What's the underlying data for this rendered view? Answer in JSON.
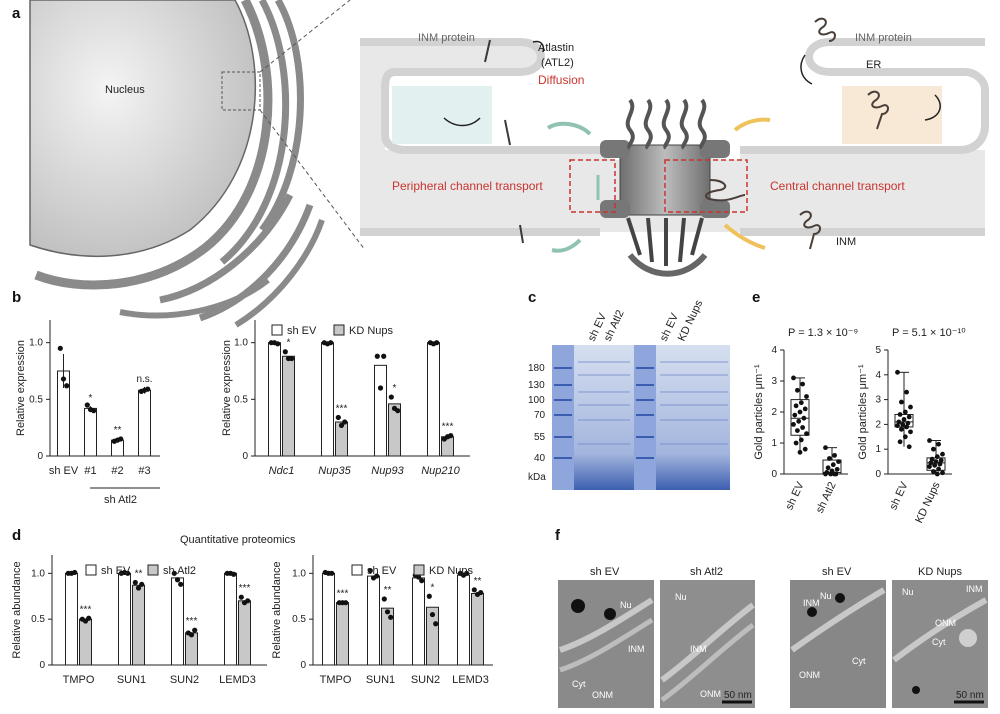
{
  "panels": {
    "a": "a",
    "b": "b",
    "c": "c",
    "d": "d",
    "e": "e",
    "f": "f"
  },
  "panel_a": {
    "nucleus": "Nucleus",
    "inm_left": "INM protein",
    "atlastin": "Atlastin",
    "atl2": "(ATL2)",
    "diffusion": "Diffusion",
    "peripheral": "Peripheral channel transport",
    "central": "Central channel transport",
    "inm_right": "INM protein",
    "er": "ER",
    "inm": "INM"
  },
  "panel_b": {
    "ylabel": "Relative expression",
    "atl2_group": "sh Atl2",
    "legend": {
      "ev": "sh EV",
      "kd": "KD Nups"
    }
  },
  "panel_c": {
    "lanes": [
      "sh EV",
      "sh Atl2",
      "sh EV",
      "KD Nups"
    ],
    "markers": [
      "180",
      "130",
      "100",
      "70",
      "55",
      "40"
    ],
    "unit": "kDa"
  },
  "panel_d": {
    "title": "Quantitative proteomics",
    "ylabel": "Relative abundance",
    "legend1": {
      "ev": "sh EV",
      "atl2": "sh Atl2"
    },
    "legend2": {
      "ev": "sh EV",
      "kd": "KD Nups"
    }
  },
  "panel_e": {
    "ylabel": "Gold particles μm⁻¹",
    "p1": "P = 1.3 × 10⁻⁹",
    "p2": "P = 5.1 × 10⁻¹⁰"
  },
  "panel_f": {
    "titles": [
      "sh EV",
      "sh Atl2",
      "sh EV",
      "KD Nups"
    ],
    "labels": {
      "nu": "Nu",
      "inm": "INM",
      "onm": "ONM",
      "cyt": "Cyt"
    },
    "scale": "50 nm"
  },
  "chart_data": [
    {
      "id": "b-left",
      "type": "bar",
      "categories": [
        "sh EV",
        "#1",
        "#2",
        "#3"
      ],
      "values": [
        0.75,
        0.42,
        0.14,
        0.58
      ],
      "errors": [
        0.15,
        0.02,
        0.02,
        0.03
      ],
      "points": [
        [
          0.95,
          0.68,
          0.62
        ],
        [
          0.45,
          0.41,
          0.4
        ],
        [
          0.13,
          0.14,
          0.15
        ],
        [
          0.57,
          0.58,
          0.59
        ]
      ],
      "sig": [
        "",
        "*",
        "**",
        "n.s."
      ],
      "ylim": [
        0,
        1.2
      ],
      "yticks": [
        "0",
        "0.5",
        "1.0"
      ],
      "ylabel": "Relative expression"
    },
    {
      "id": "b-right",
      "type": "bar",
      "categories": [
        "Ndc1",
        "Nup35",
        "Nup93",
        "Nup210"
      ],
      "series": [
        {
          "name": "sh EV",
          "values": [
            1.0,
            1.0,
            0.8,
            1.0
          ],
          "points": [
            [
              1.0,
              1.0,
              0.99
            ],
            [
              1.0,
              0.99,
              1.0
            ],
            [
              0.88,
              0.6,
              0.88
            ]
          ]
        },
        {
          "name": "KD Nups",
          "values": [
            0.88,
            0.3,
            0.46,
            0.17
          ],
          "points": [
            [
              0.92,
              0.86,
              0.86
            ],
            [
              0.34,
              0.27,
              0.3
            ],
            [
              0.52,
              0.42,
              0.4
            ],
            [
              0.15,
              0.17,
              0.18
            ]
          ]
        }
      ],
      "ev_points_last": [
        1.0,
        0.99,
        1.0
      ],
      "sig": [
        "*",
        "***",
        "*",
        "***"
      ],
      "ylim": [
        0,
        1.2
      ],
      "yticks": [
        "0",
        "0.5",
        "1.0"
      ],
      "ylabel": "Relative expression"
    },
    {
      "id": "d-left",
      "type": "bar",
      "categories": [
        "TMPO",
        "SUN1",
        "SUN2",
        "LEMD3"
      ],
      "series": [
        {
          "name": "sh EV",
          "values": [
            1.0,
            1.0,
            0.95,
            1.0
          ],
          "points": [
            [
              1.0,
              1.0,
              1.01
            ],
            [
              1.0,
              1.01,
              1.0
            ],
            [
              1.0,
              0.93,
              0.88
            ],
            [
              1.0,
              1.0,
              0.99
            ]
          ]
        },
        {
          "name": "sh Atl2",
          "values": [
            0.5,
            0.87,
            0.35,
            0.7
          ],
          "points": [
            [
              0.5,
              0.48,
              0.51
            ],
            [
              0.9,
              0.84,
              0.88
            ],
            [
              0.35,
              0.33,
              0.38
            ],
            [
              0.74,
              0.68,
              0.7
            ]
          ]
        }
      ],
      "sig": [
        "***",
        "**",
        "***",
        "***"
      ],
      "ylim": [
        0,
        1.2
      ],
      "yticks": [
        "0",
        "0.5",
        "1.0"
      ],
      "ylabel": "Relative abundance"
    },
    {
      "id": "d-right",
      "type": "bar",
      "categories": [
        "TMPO",
        "SUN1",
        "SUN2",
        "LEMD3"
      ],
      "series": [
        {
          "name": "sh EV",
          "values": [
            1.0,
            0.97,
            0.95,
            0.98
          ],
          "points": [
            [
              1.01,
              1.0,
              1.0
            ],
            [
              1.03,
              0.95,
              0.97
            ],
            [
              0.98,
              0.96,
              0.92
            ],
            [
              1.0,
              0.98,
              1.0
            ]
          ]
        },
        {
          "name": "KD Nups",
          "values": [
            0.68,
            0.62,
            0.63,
            0.78
          ],
          "points": [
            [
              0.68,
              0.68,
              0.68
            ],
            [
              0.72,
              0.58,
              0.52
            ],
            [
              0.75,
              0.55,
              0.45
            ],
            [
              0.82,
              0.77,
              0.79
            ]
          ]
        }
      ],
      "sig": [
        "***",
        "**",
        "*",
        "**"
      ],
      "ylim": [
        0,
        1.2
      ],
      "yticks": [
        "0",
        "0.5",
        "1.0"
      ],
      "ylabel": "Relative abundance"
    },
    {
      "id": "e-left",
      "type": "scatter",
      "categories": [
        "sh EV",
        "sh Atl2"
      ],
      "box": [
        {
          "min": 0.7,
          "q1": 1.25,
          "median": 1.8,
          "q3": 2.4,
          "max": 3.1
        },
        {
          "min": 0,
          "q1": 0,
          "median": 0.05,
          "q3": 0.45,
          "max": 0.85
        }
      ],
      "points": [
        [
          3.1,
          2.9,
          2.7,
          2.5,
          2.3,
          2.2,
          2.1,
          2.0,
          1.9,
          1.8,
          1.7,
          1.6,
          1.5,
          1.4,
          1.3,
          1.1,
          1.0,
          0.8,
          0.7
        ],
        [
          0.85,
          0.6,
          0.5,
          0.4,
          0.3,
          0.2,
          0.15,
          0.1,
          0.05,
          0.0,
          0.0,
          0.0,
          0.0
        ]
      ],
      "yticks": [
        "0",
        "1",
        "2",
        "3",
        "4"
      ],
      "ylim": [
        0,
        4
      ],
      "ylabel": "Gold particles μm⁻¹",
      "pvalue": "P = 1.3 × 10⁻⁹"
    },
    {
      "id": "e-right",
      "type": "scatter",
      "categories": [
        "sh EV",
        "KD Nups"
      ],
      "box": [
        {
          "min": 1.1,
          "q1": 1.9,
          "median": 2.1,
          "q3": 2.4,
          "max": 4.1
        },
        {
          "min": 0,
          "q1": 0.15,
          "median": 0.45,
          "q3": 0.65,
          "max": 1.35
        }
      ],
      "points": [
        [
          4.1,
          3.3,
          2.9,
          2.7,
          2.5,
          2.4,
          2.3,
          2.2,
          2.1,
          2.05,
          2.0,
          1.95,
          1.9,
          1.8,
          1.7,
          1.5,
          1.3,
          1.1
        ],
        [
          1.35,
          1.2,
          1.0,
          0.8,
          0.7,
          0.6,
          0.55,
          0.5,
          0.45,
          0.4,
          0.35,
          0.3,
          0.2,
          0.1,
          0.05,
          0.0
        ]
      ],
      "yticks": [
        "0",
        "1",
        "2",
        "3",
        "4",
        "5"
      ],
      "ylim": [
        0,
        5
      ],
      "ylabel": "Gold particles μm⁻¹",
      "pvalue": "P = 5.1 × 10⁻¹⁰"
    }
  ]
}
